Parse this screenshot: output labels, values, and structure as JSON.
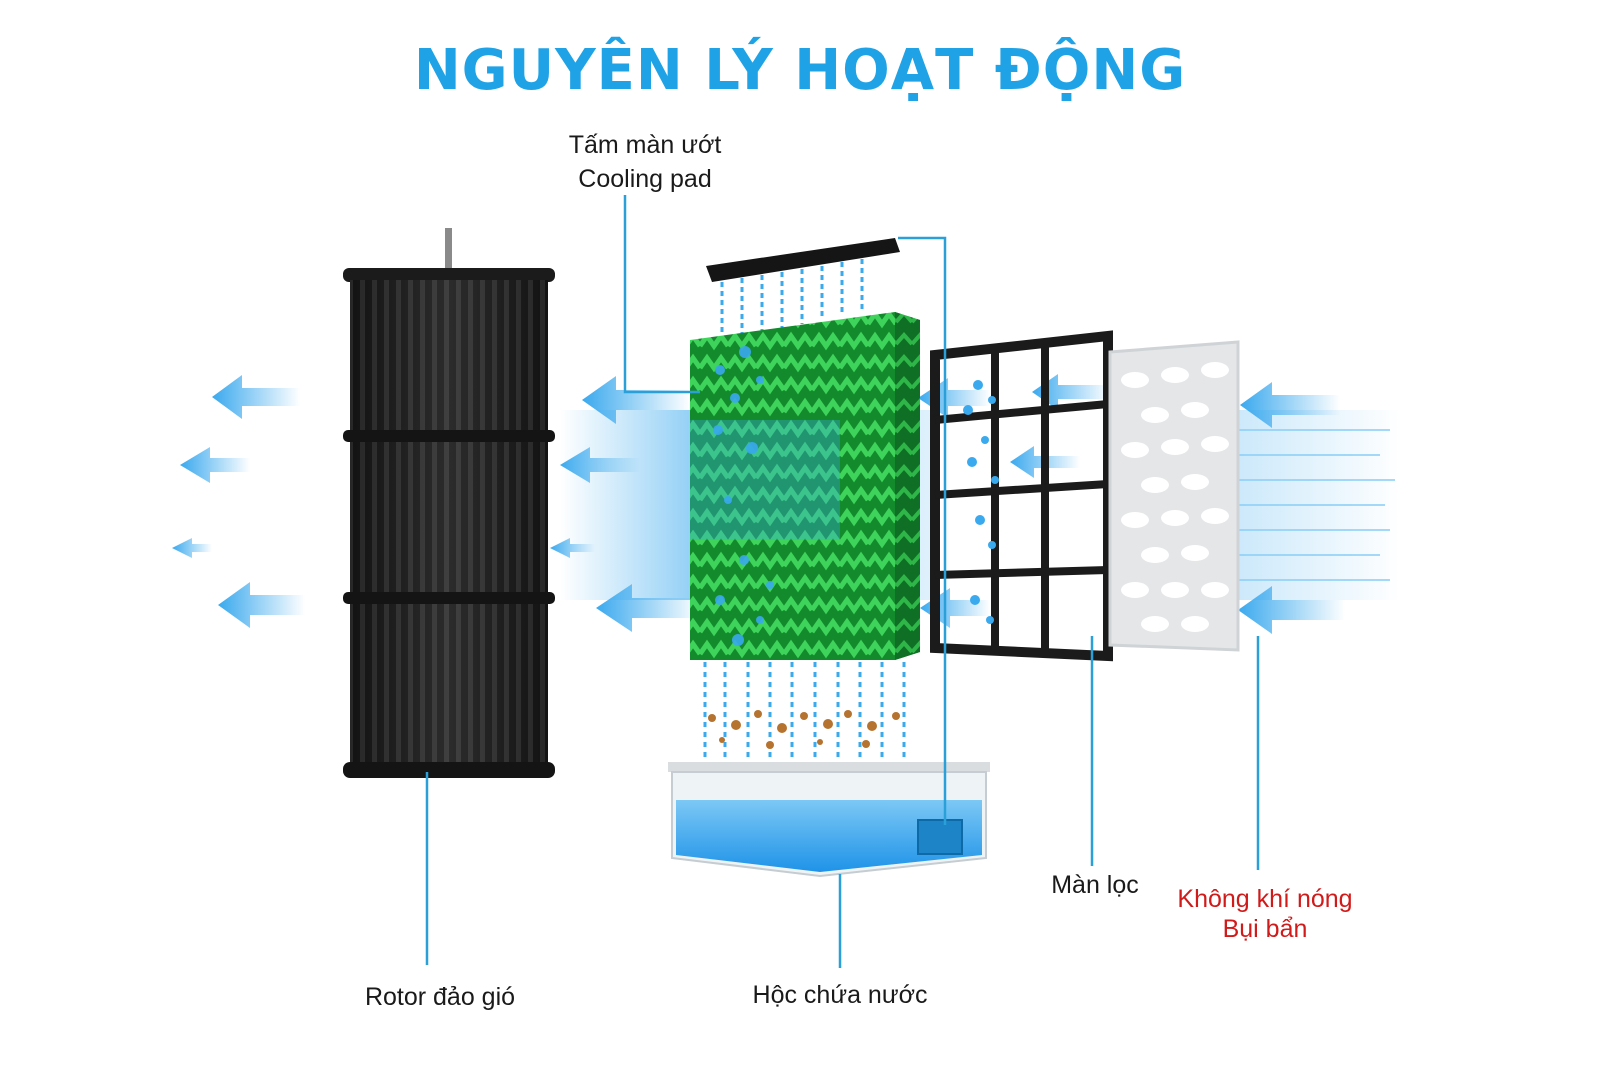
{
  "title": "NGUYÊN LÝ HOẠT ĐỘNG",
  "labels": {
    "cooling_pad_vi": "Tấm màn ướt",
    "cooling_pad_en": "Cooling pad",
    "rotor": "Rotor đảo gió",
    "water_tank": "Hộc chứa nước",
    "filter": "Màn lọc",
    "hot_air": "Không khí nóng",
    "dust": "Bụi bẩn"
  },
  "colors": {
    "title": "#1fa3e6",
    "leader_line": "#2a9fd8",
    "airflow": "#3aa9ee",
    "pad_green": "#1fa03a",
    "water": "#38a8f0",
    "rotor": "#1b1b1b",
    "hot_air_text": "#d11a1a"
  }
}
